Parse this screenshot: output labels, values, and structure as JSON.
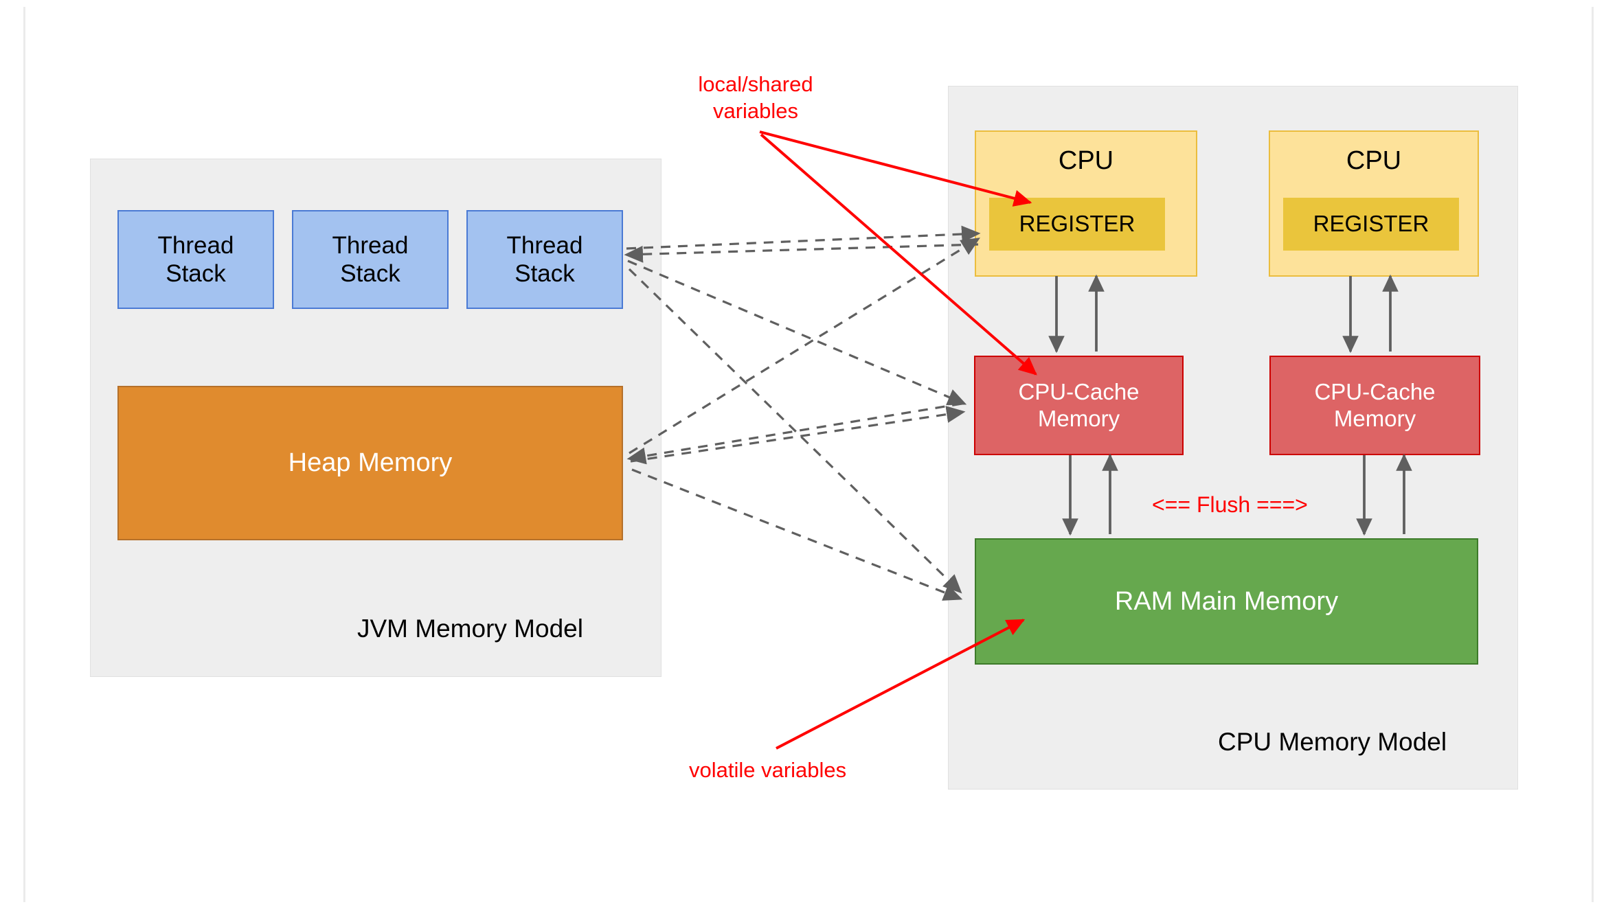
{
  "diagram": {
    "title": "JVM Memory Model and CPU Memory Model",
    "colors": {
      "thread_fill": "#a3c2f0",
      "thread_stroke": "#4a7ad4",
      "heap_fill": "#e08b2e",
      "heap_stroke": "#b5702a",
      "cpu_fill": "#fde29a",
      "cpu_stroke": "#ebbd3e",
      "register_fill": "#eac53c",
      "cache_fill": "#dd6465",
      "cache_stroke": "#cc0000",
      "ram_fill": "#66a84e",
      "ram_stroke": "#3d7a2a",
      "container_fill": "#eeeeee",
      "annotation_red": "#ff0000",
      "arrow_gray": "#5f5f5f"
    },
    "jvm": {
      "label": "JVM Memory Model",
      "threads": [
        {
          "line1": "Thread",
          "line2": "Stack"
        },
        {
          "line1": "Thread",
          "line2": "Stack"
        },
        {
          "line1": "Thread",
          "line2": "Stack"
        }
      ],
      "heap": {
        "label": "Heap Memory"
      }
    },
    "cpu_model": {
      "label": "CPU Memory Model",
      "cpus": [
        {
          "title": "CPU",
          "register": "REGISTER",
          "cache_line1": "CPU-Cache",
          "cache_line2": "Memory"
        },
        {
          "title": "CPU",
          "register": "REGISTER",
          "cache_line1": "CPU-Cache",
          "cache_line2": "Memory"
        }
      ],
      "ram": {
        "label": "RAM Main Memory"
      },
      "flush_label": "<== Flush ===>"
    },
    "annotations": {
      "local_shared_line1": "local/shared",
      "local_shared_line2": "variables",
      "volatile": "volatile variables"
    }
  }
}
